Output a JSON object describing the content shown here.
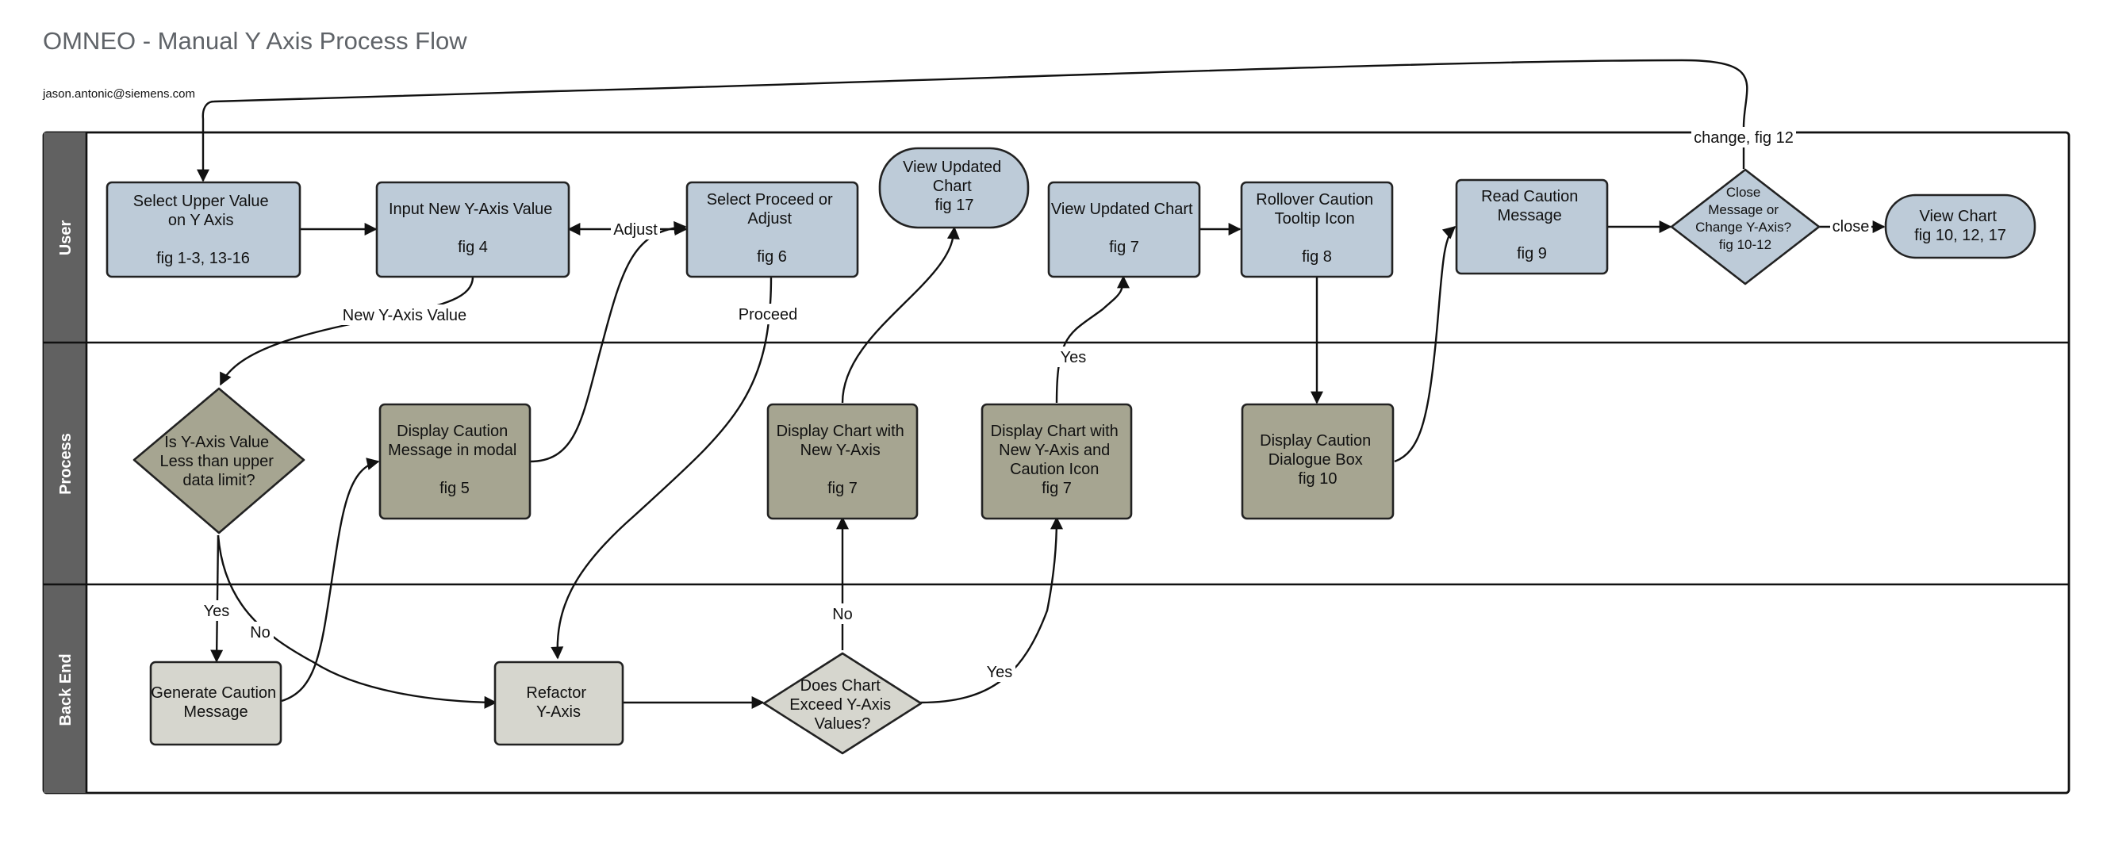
{
  "title": "OMNEO - Manual Y Axis Process Flow",
  "author": "jason.antonic@siemens.com",
  "lanes": [
    "User",
    "Process",
    "Back End"
  ],
  "nodes": {
    "select_upper": [
      "Select Upper Value",
      "on Y Axis",
      "",
      "fig 1-3, 13-16"
    ],
    "input_new": [
      "Input New Y-Axis Value",
      "",
      "fig 4"
    ],
    "select_proceed": [
      "Select Proceed or",
      "Adjust",
      "",
      "fig 6"
    ],
    "view_updated_17": [
      "View Updated",
      "Chart",
      "fig 17"
    ],
    "view_updated_7": [
      "View Updated Chart",
      "",
      "fig 7"
    ],
    "rollover": [
      "Rollover Caution",
      "Tooltip Icon",
      "",
      "fig 8"
    ],
    "read_caution": [
      "Read Caution",
      "Message",
      "",
      "fig 9"
    ],
    "close_or_change": [
      "Close",
      "Message or",
      "Change Y-Axis?",
      "fig 10-12"
    ],
    "view_chart_final": [
      "View Chart",
      "fig 10, 12, 17"
    ],
    "is_less": [
      "Is Y-Axis Value",
      "Less  than upper",
      "data limit?"
    ],
    "display_caution_modal": [
      "Display Caution",
      "Message in modal",
      "",
      "fig 5"
    ],
    "display_chart_new": [
      "Display Chart with",
      "New Y-Axis",
      "",
      "fig 7"
    ],
    "display_chart_caution": [
      "Display Chart with",
      "New Y-Axis and",
      "Caution Icon",
      "fig 7"
    ],
    "display_dialogue": [
      "Display Caution",
      "Dialogue Box",
      "fig 10"
    ],
    "generate_caution": [
      "Generate Caution",
      "Message"
    ],
    "refactor": [
      "Refactor",
      "Y-Axis"
    ],
    "does_exceed": [
      "Does Chart",
      "Exceed Y-Axis",
      "Values?"
    ]
  },
  "edge_labels": {
    "adjust": "Adjust",
    "new_value": "New Y-Axis Value",
    "proceed": "Proceed",
    "yes_user": "Yes",
    "change": "change, fig 12",
    "close": "close",
    "yes_back": "Yes",
    "no_back": "No",
    "no_exceed": "No",
    "yes_exceed": "Yes"
  },
  "colors": {
    "user_node": "#bdcbd8",
    "process_node": "#a6a591",
    "backend_node": "#d6d6ce",
    "lane_header": "#616161",
    "title_text": "#5f6368"
  }
}
